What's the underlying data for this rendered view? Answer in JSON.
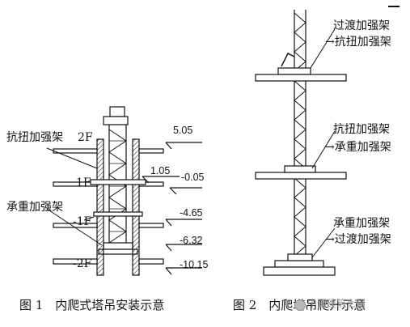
{
  "fig1": {
    "labels": {
      "anti_torsion": "抗扭加强架",
      "load_bearing": "承重加强架"
    },
    "floors": {
      "f2": "2F",
      "f1": "1F",
      "fm1": "-1F",
      "fm2": "-2F"
    },
    "elevations": {
      "e1": "5.05",
      "e2": "1.05",
      "e3": "-0.05",
      "e4": "-4.65",
      "e5": "-6.32",
      "e6": "-10.15"
    },
    "caption": "图 1　内爬式塔吊安装示意"
  },
  "fig2": {
    "labels": {
      "transition_top": "过渡加强架",
      "anti_torsion_top": "→抗扭加强架",
      "anti_torsion_mid": "抗扭加强架",
      "load_bearing_mid": "→承重加强架",
      "load_bearing_bot": "承重加强架",
      "transition_bot": "→过渡加强架"
    },
    "caption": "图 2　内爬塔吊爬升示意"
  },
  "watermark": "中国建筑土网",
  "colors": {
    "line": "#111111",
    "background": "#ffffff"
  }
}
